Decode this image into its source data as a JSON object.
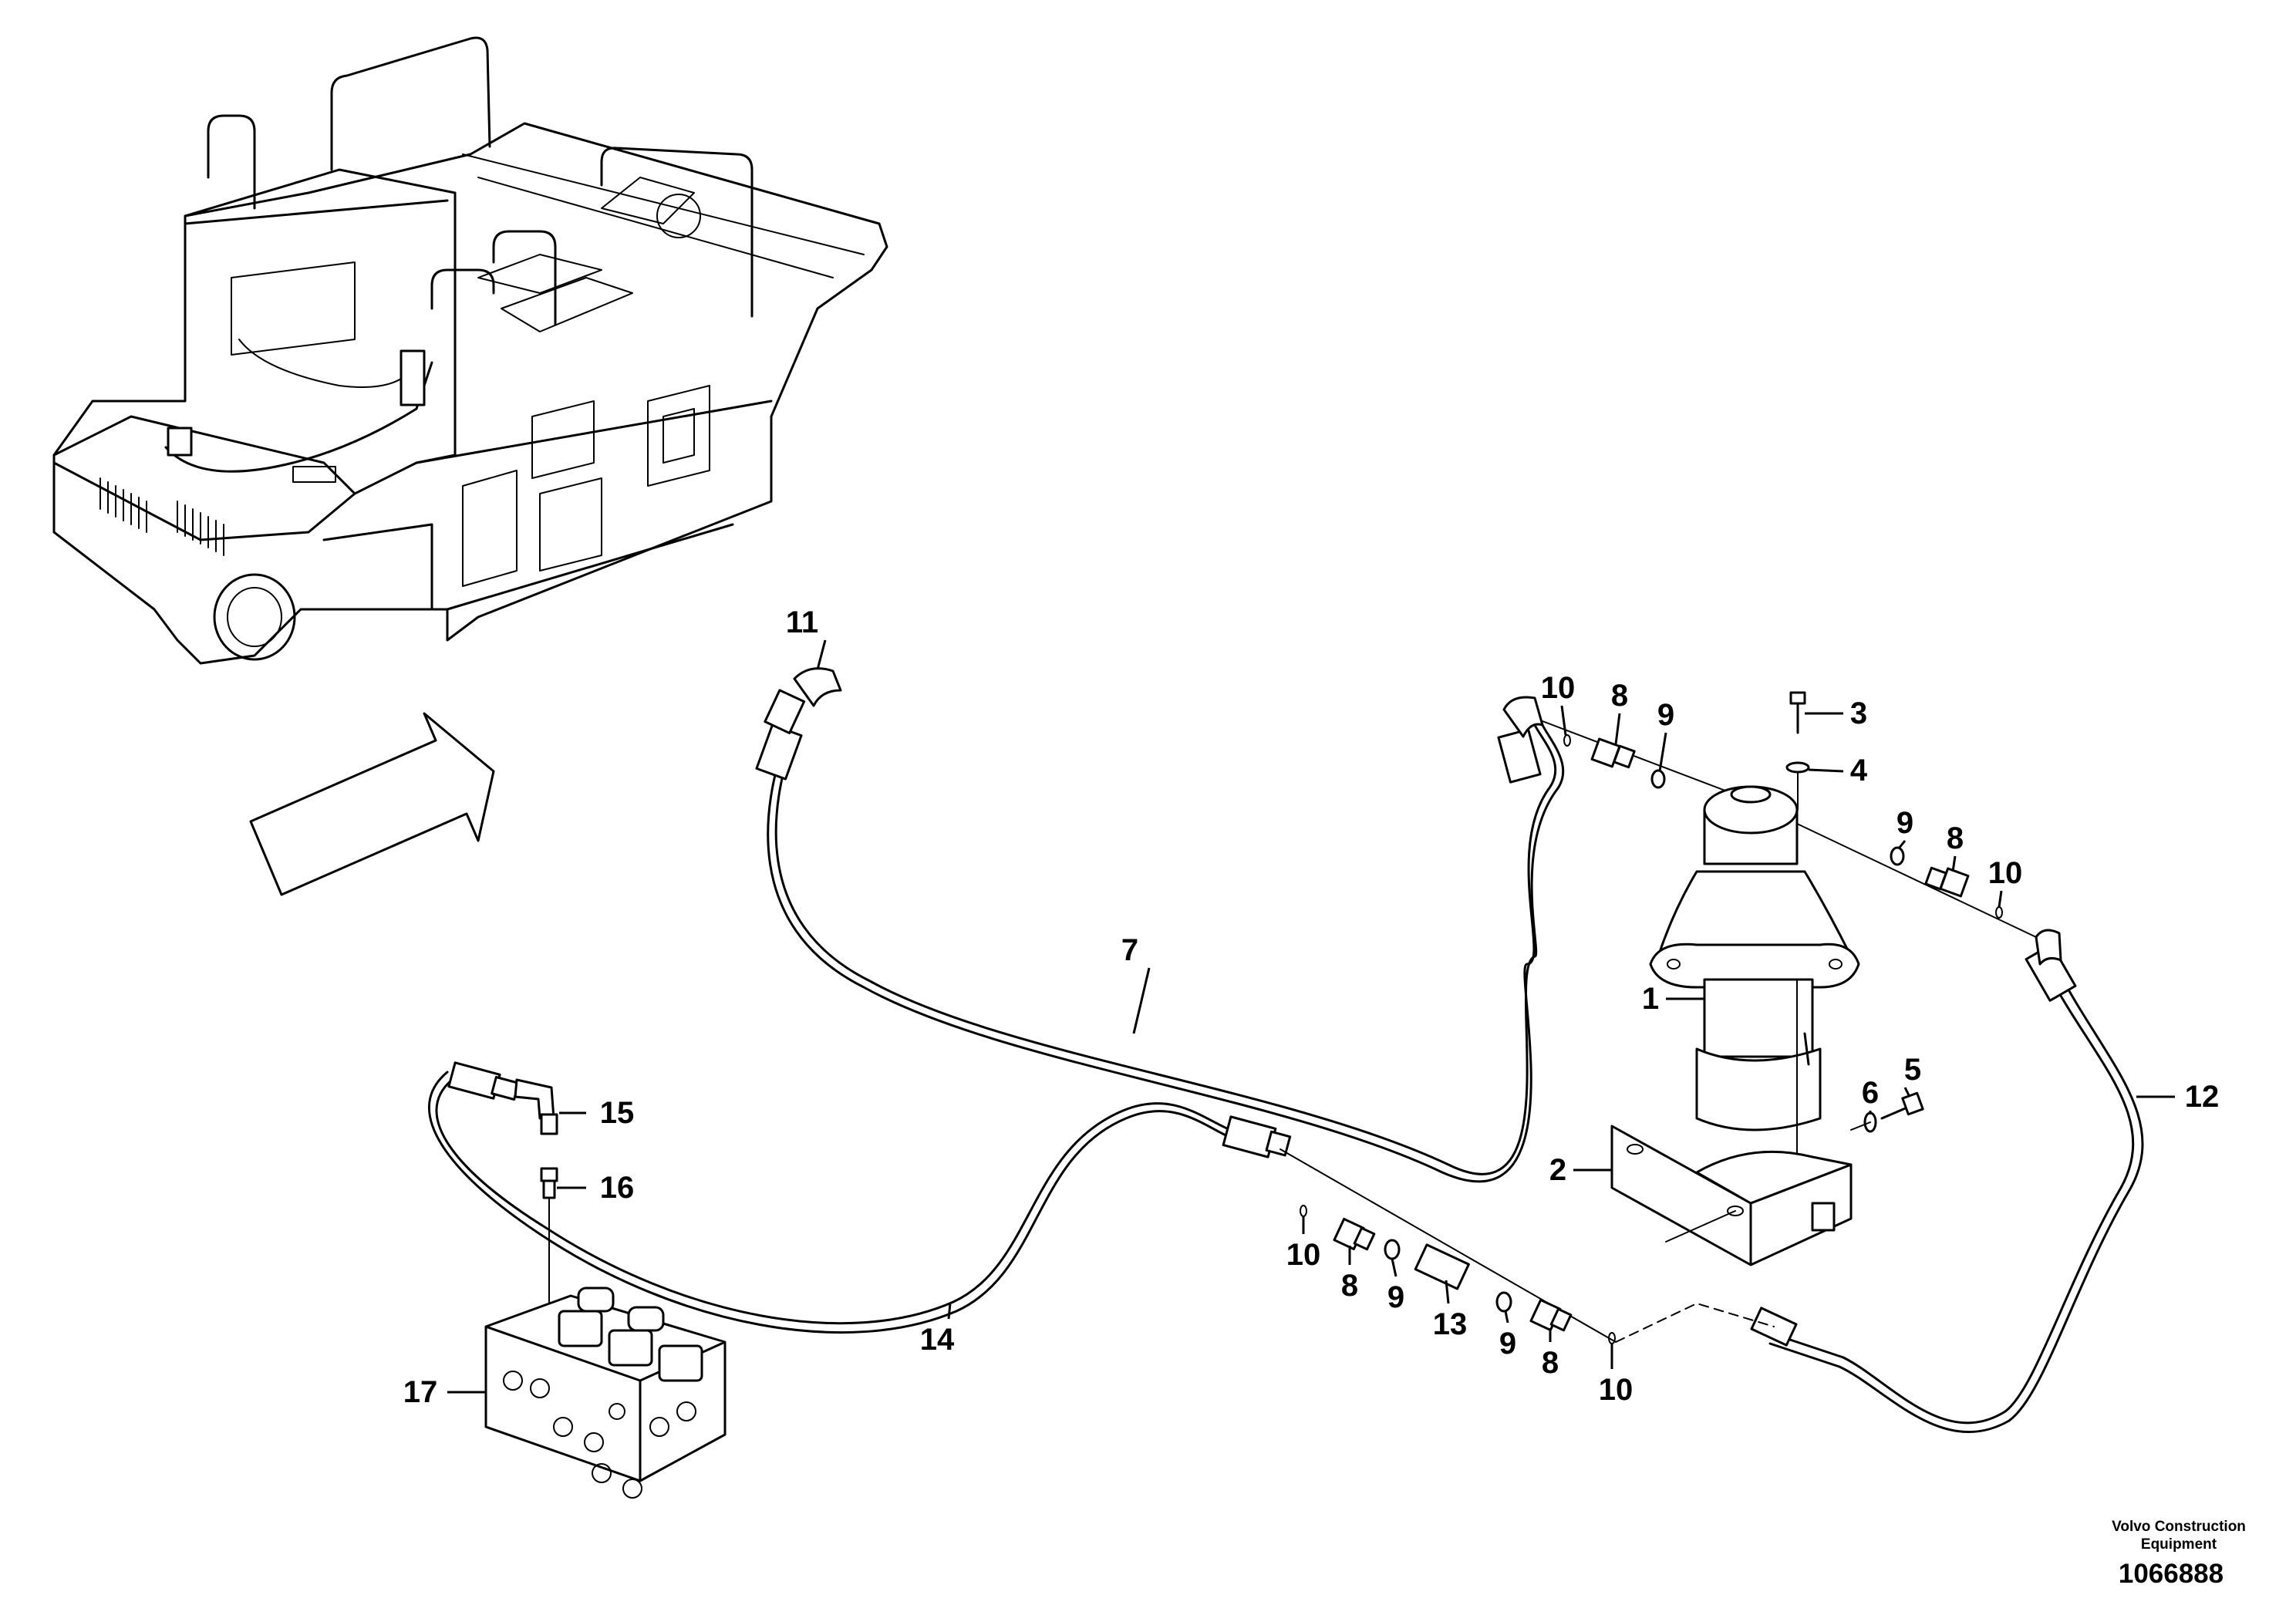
{
  "callouts": {
    "c1": "1",
    "c2": "2",
    "c3": "3",
    "c4": "4",
    "c5": "5",
    "c6": "6",
    "c7": "7",
    "c8a": "8",
    "c8b": "8",
    "c8c": "8",
    "c8d": "8",
    "c9a": "9",
    "c9b": "9",
    "c9c": "9",
    "c9d": "9",
    "c10a": "10",
    "c10b": "10",
    "c10c": "10",
    "c10d": "10",
    "c11": "11",
    "c12": "12",
    "c13": "13",
    "c14": "14",
    "c15": "15",
    "c16": "16",
    "c17": "17"
  },
  "footer": {
    "brand_line1": "Volvo Construction",
    "brand_line2": "Equipment",
    "document_number": "1066888"
  }
}
